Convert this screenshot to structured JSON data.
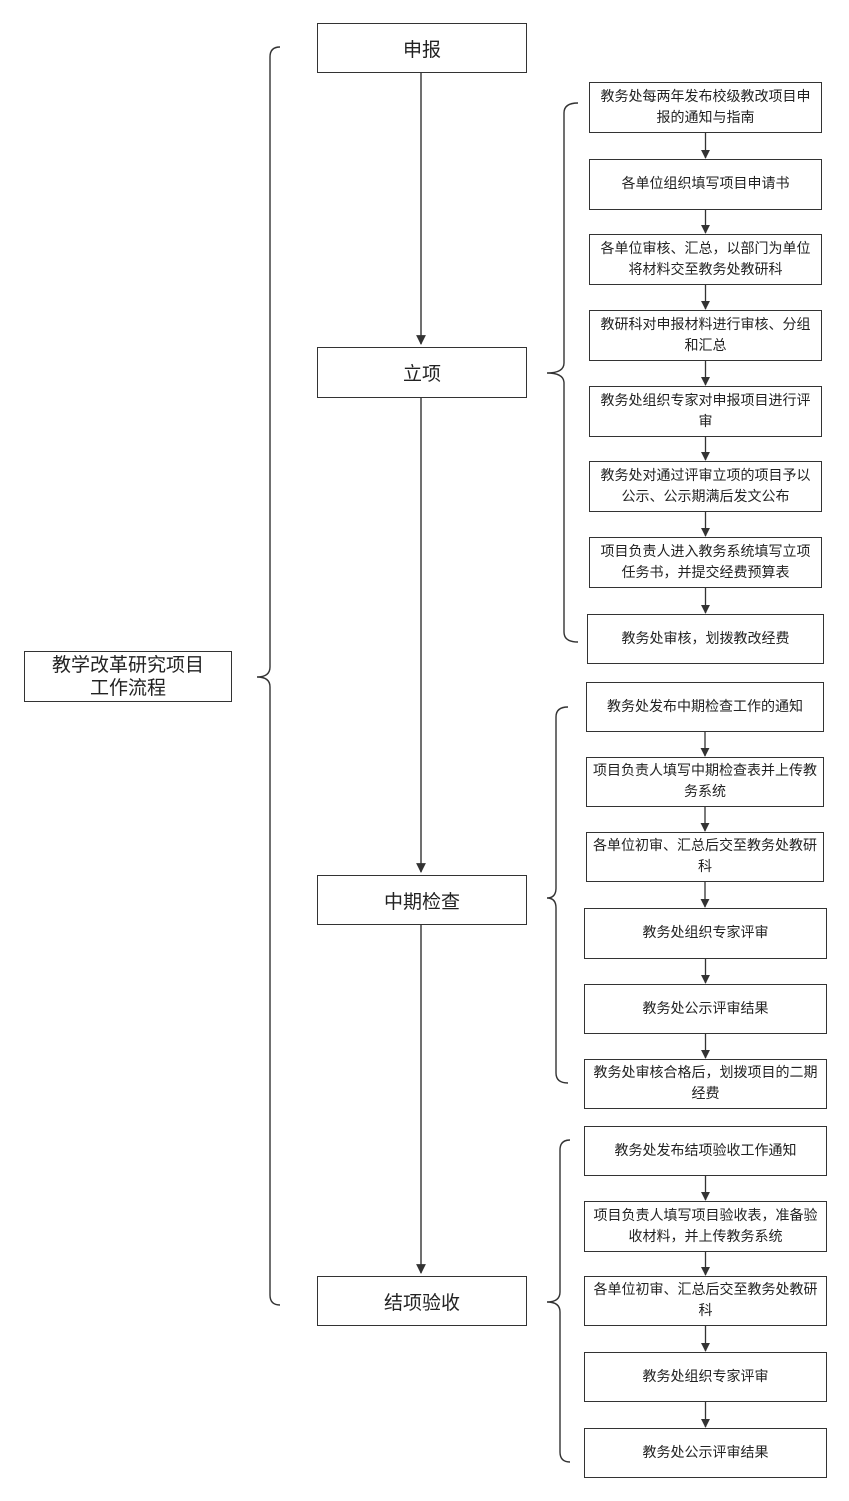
{
  "root": {
    "line1": "教学改革研究项目",
    "line2": "工作流程"
  },
  "stages": [
    "申报",
    "立项",
    "中期检查",
    "结项验收"
  ],
  "groups": [
    {
      "steps": [
        "教务处每两年发布校级教改项目申报的通知与指南",
        "各单位组织填写项目申请书",
        "各单位审核、汇总，以部门为单位将材料交至教务处教研科",
        "教研科对申报材料进行审核、分组和汇总",
        "教务处组织专家对申报项目进行评审",
        "教务处对通过评审立项的项目予以公示、公示期满后发文公布",
        "项目负责人进入教务系统填写立项任务书，并提交经费预算表",
        "教务处审核，划拨教改经费"
      ]
    },
    {
      "steps": [
        "教务处发布中期检查工作的通知",
        "项目负责人填写中期检查表并上传教务系统",
        "各单位初审、汇总后交至教务处教研科",
        "教务处组织专家评审",
        "教务处公示评审结果",
        "教务处审核合格后，划拨项目的二期经费"
      ]
    },
    {
      "steps": [
        "教务处发布结项验收工作通知",
        "项目负责人填写项目验收表，准备验收材料，并上传教务系统",
        "各单位初审、汇总后交至教务处教研科",
        "教务处组织专家评审",
        "教务处公示评审结果"
      ]
    }
  ]
}
